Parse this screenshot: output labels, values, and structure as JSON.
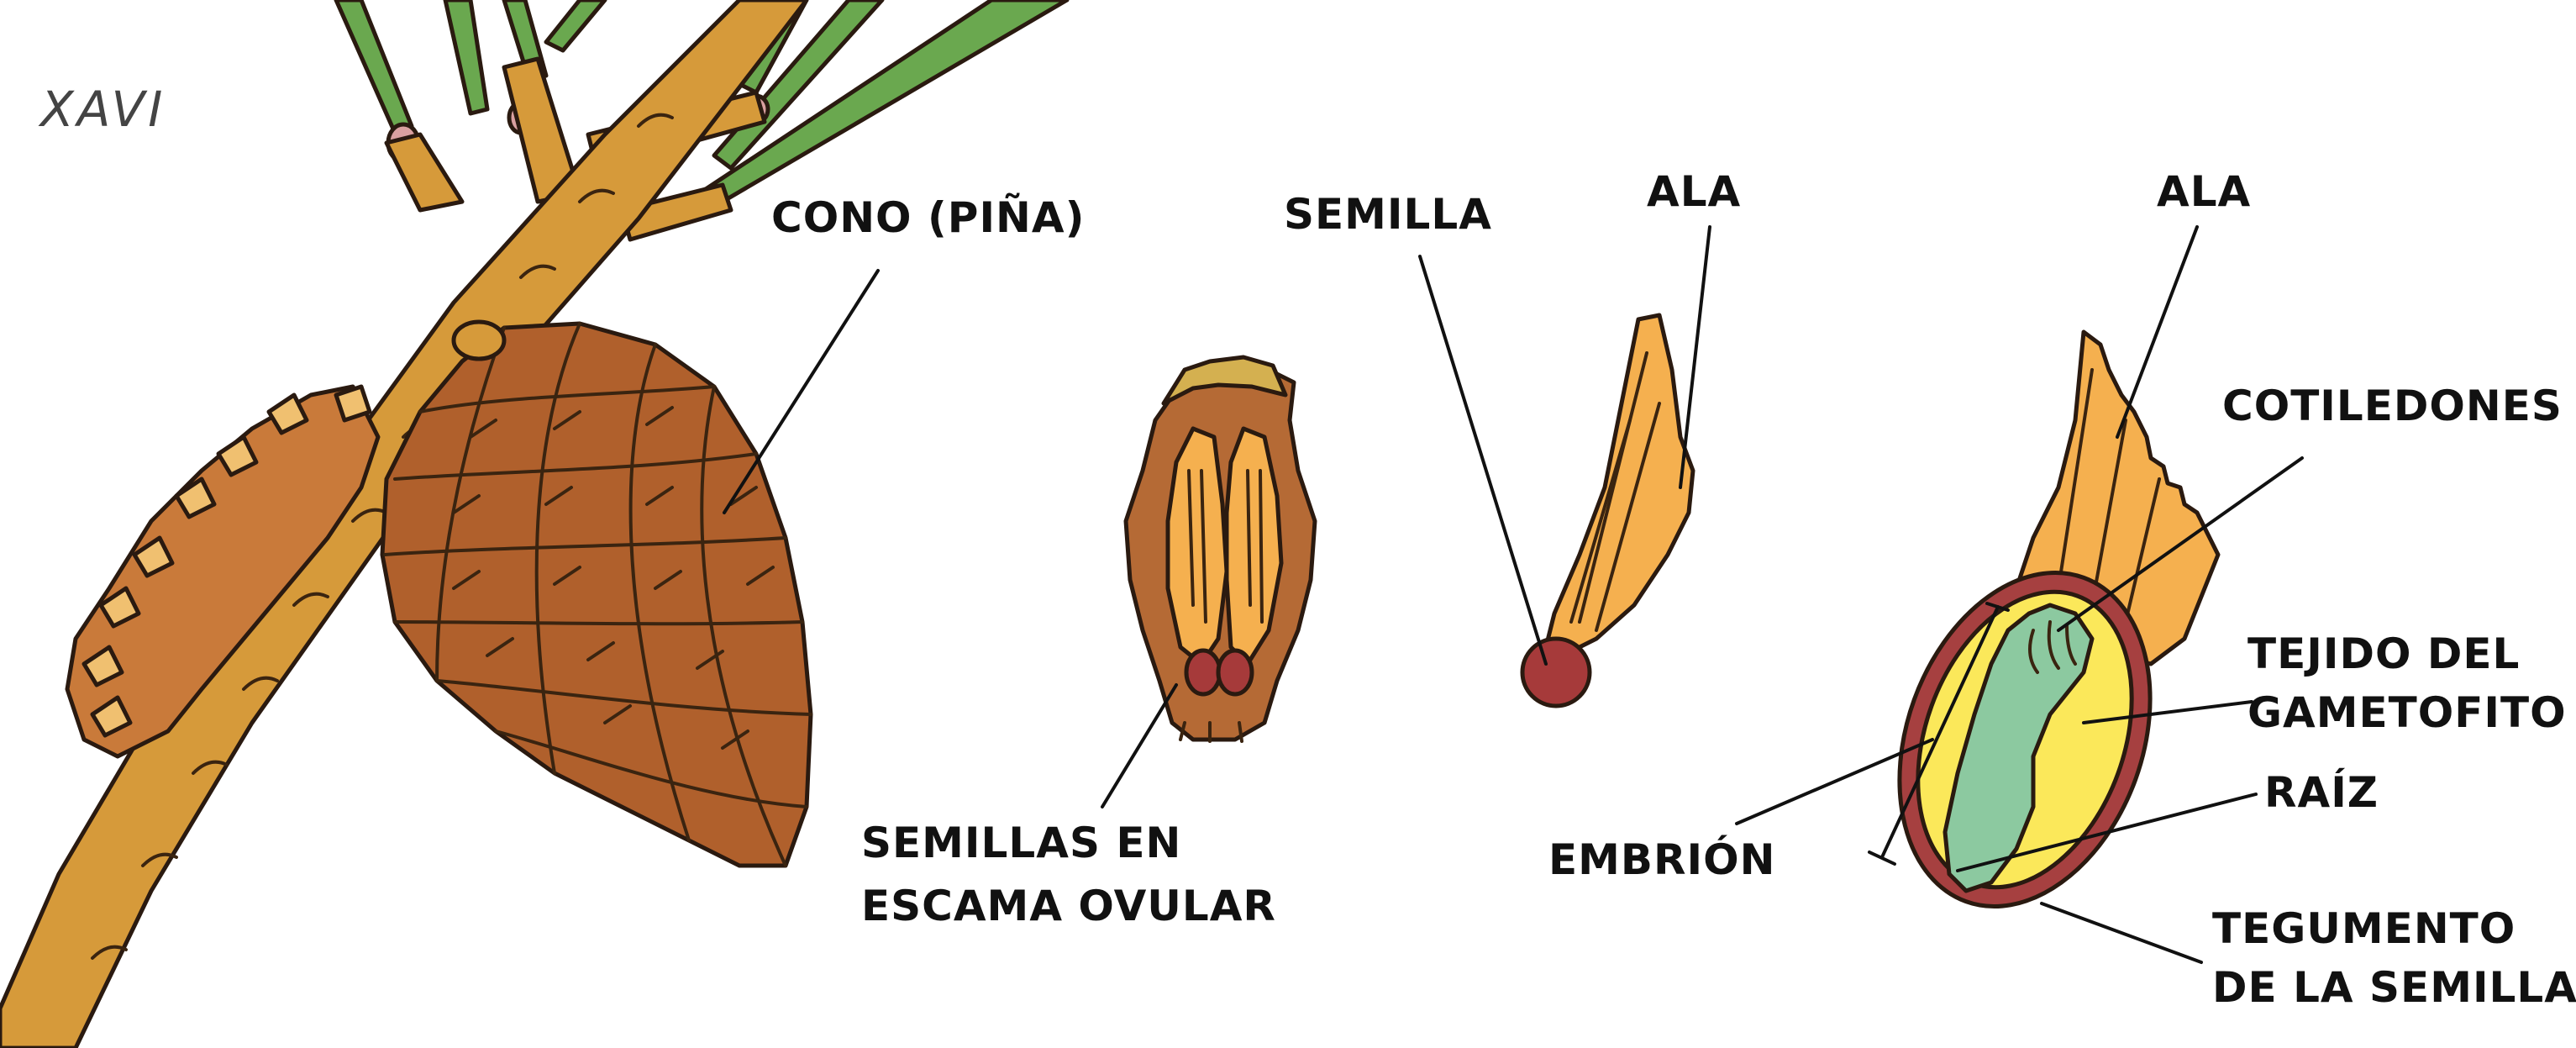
{
  "signature": "XAVI",
  "labels": {
    "cone": "CONO (PIÑA)",
    "seeds_scale_line1": "SEMILLAS EN",
    "seeds_scale_line2": "ESCAMA OVULAR",
    "seed": "SEMILLA",
    "wing_1": "ALA",
    "wing_2": "ALA",
    "cotyledons": "COTILEDONES",
    "gametophyte_line1": "TEJIDO DEL",
    "gametophyte_line2": "GAMETOFITO",
    "root": "RAÍZ",
    "embryo": "EMBRIÓN",
    "seed_coat_line1": "TEGUMENTO",
    "seed_coat_line2": "DE LA SEMILLA"
  },
  "colors": {
    "branch": "#d69a3a",
    "cone": "#b0602c",
    "old_cone": "#c97a3a",
    "needles": "#6aa84f",
    "wing": "#f5b04f",
    "seed_dot": "#a63a3a",
    "gametophyte": "#fbe85a",
    "embryo": "#8cc9a0",
    "seed_coat": "#a64040"
  }
}
